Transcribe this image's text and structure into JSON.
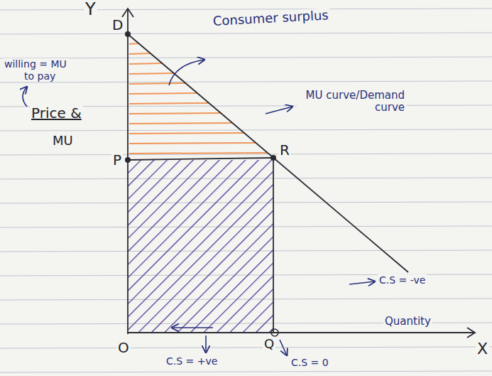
{
  "diagram": {
    "labels": [
      "Y",
      "D",
      "Consumer surplus",
      "willing = MU",
      "to pay",
      "Price &",
      "MU",
      "MU curve/Demand curve",
      "P",
      "R",
      "C.S = -ve",
      "O",
      "Quantity",
      "X",
      "C.S = +ve",
      "C.S = 0",
      "Q"
    ]
  }
}
